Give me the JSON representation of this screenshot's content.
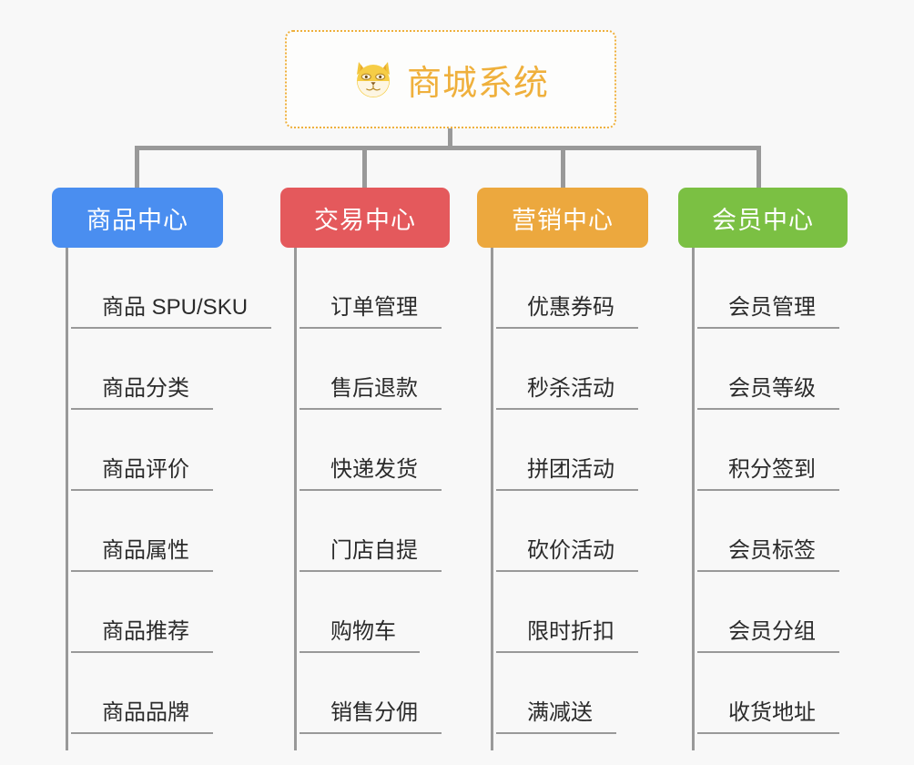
{
  "canvas": {
    "background": "#f8f8f8",
    "line_color": "#999999"
  },
  "root": {
    "icon": "shiba-dog-face-emoji",
    "title": "商城系统",
    "accent_color": "#efb03c",
    "border_style": "dotted"
  },
  "branches": [
    {
      "label": "商品中心",
      "color": "#4a8ef0",
      "items": [
        "商品 SPU/SKU",
        "商品分类",
        "商品评价",
        "商品属性",
        "商品推荐",
        "商品品牌"
      ]
    },
    {
      "label": "交易中心",
      "color": "#e4595c",
      "items": [
        "订单管理",
        "售后退款",
        "快递发货",
        "门店自提",
        "购物车",
        "销售分佣"
      ]
    },
    {
      "label": "营销中心",
      "color": "#eca83e",
      "items": [
        "优惠券码",
        "秒杀活动",
        "拼团活动",
        "砍价活动",
        "限时折扣",
        "满减送"
      ]
    },
    {
      "label": "会员中心",
      "color": "#7bc043",
      "items": [
        "会员管理",
        "会员等级",
        "积分签到",
        "会员标签",
        "会员分组",
        "收货地址"
      ]
    }
  ]
}
